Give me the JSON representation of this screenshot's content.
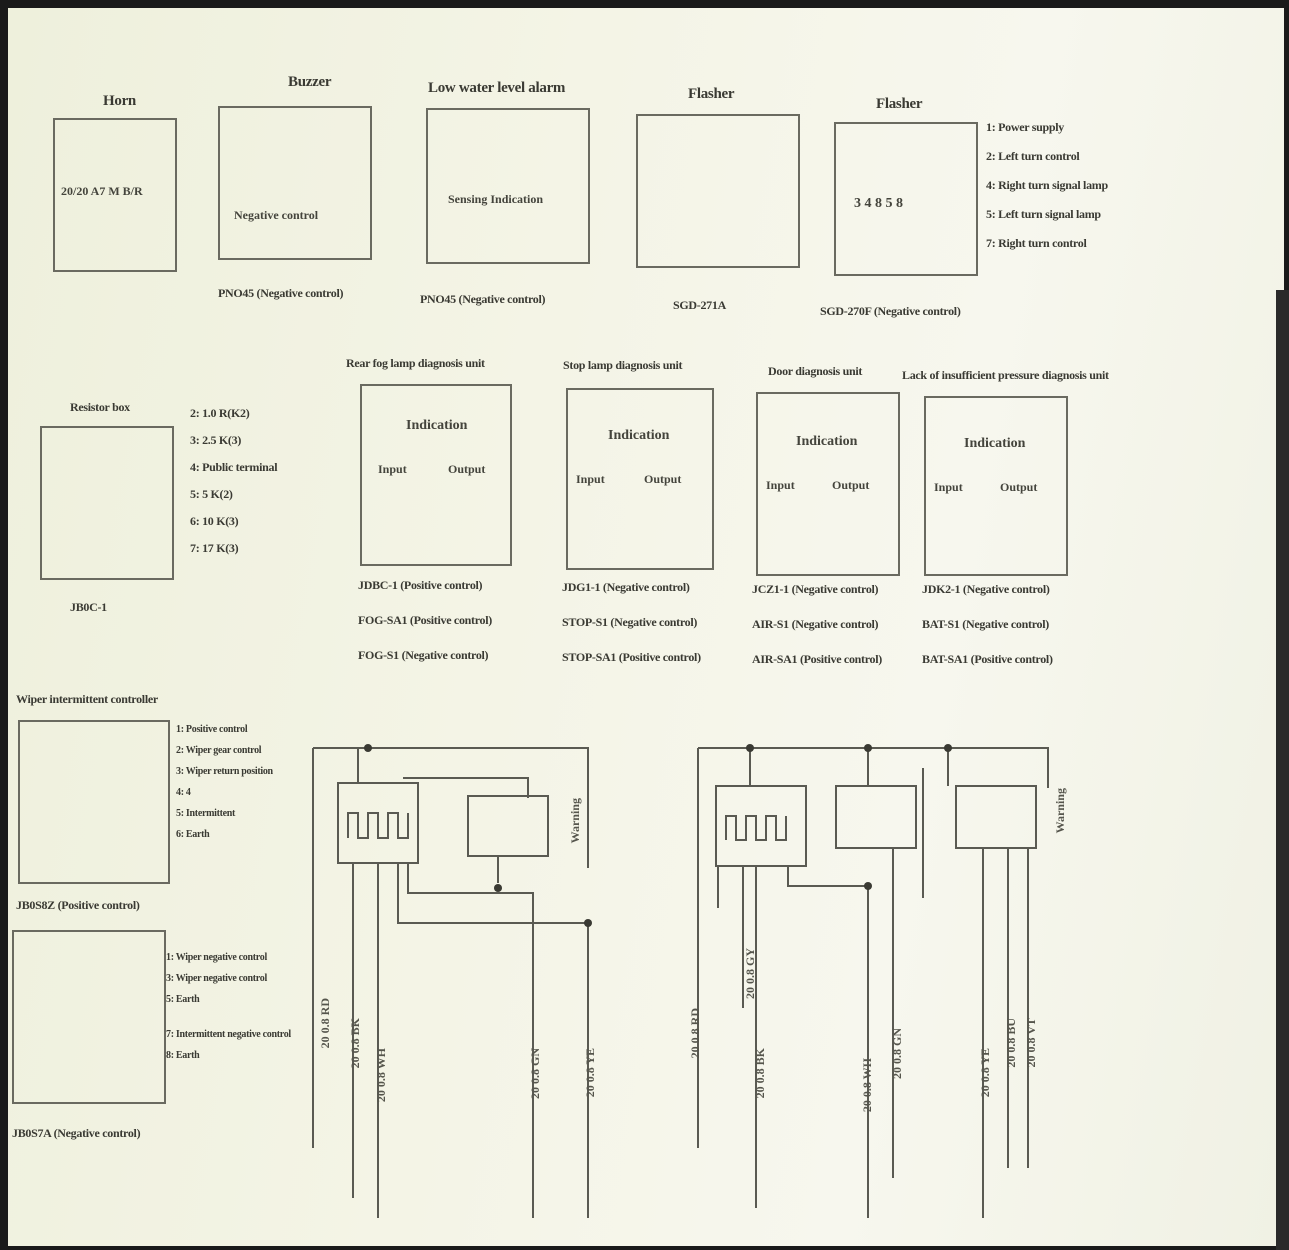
{
  "top_modules": [
    {
      "title": "Horn",
      "symbol": "20/20 A7 M B/R",
      "caption": ""
    },
    {
      "title": "Buzzer",
      "symbol": "Negative control",
      "caption": "PNO45 (Negative control)"
    },
    {
      "title": "Low water level alarm",
      "symbol": "Sensing Indication",
      "caption": "PNO45 (Negative control)"
    },
    {
      "title": "Flasher",
      "symbol": "",
      "caption": "SGD-271A"
    },
    {
      "title": "Flasher",
      "symbol": "3 4 8 5 8",
      "caption": "SGD-270F (Negative control)"
    }
  ],
  "flasher_pins": [
    "1: Power supply",
    "2: Left turn control",
    "4: Right turn signal lamp",
    "5: Left turn signal lamp",
    "7: Right turn control"
  ],
  "resistor_box": {
    "title": "Resistor box",
    "caption": "JB0C-1",
    "pins": [
      "2: 1.0 R(K2)",
      "3: 2.5 K(3)",
      "4: Public terminal",
      "5: 5 K(2)",
      "6: 10 K(3)",
      "7: 17 K(3)"
    ]
  },
  "diag_units": [
    {
      "title": "Rear fog lamp diagnosis unit",
      "input": "Input",
      "output": "Output",
      "captions": [
        "JDBC-1 (Positive control)",
        "FOG-SA1 (Positive control)",
        "FOG-S1 (Negative control)"
      ]
    },
    {
      "title": "Stop lamp diagnosis unit",
      "input": "Input",
      "output": "Output",
      "captions": [
        "JDG1-1 (Negative control)",
        "STOP-S1 (Negative control)",
        "STOP-SA1 (Positive control)"
      ]
    },
    {
      "title": "Door diagnosis unit",
      "input": "Input",
      "output": "Output",
      "captions": [
        "JCZ1-1 (Negative control)",
        "AIR-S1 (Negative control)",
        "AIR-SA1 (Positive control)"
      ]
    },
    {
      "title": "Lack of insufficient pressure diagnosis unit",
      "input": "Input",
      "output": "Output",
      "captions": [
        "JDK2-1 (Negative control)",
        "BAT-S1 (Negative control)",
        "BAT-SA1 (Positive control)"
      ]
    }
  ],
  "diag_indication": "Indication",
  "wiper_controller": {
    "title": "Wiper intermittent controller",
    "caption": "JB0S8Z (Positive control)",
    "pins": [
      "1: Positive control",
      "2: Wiper gear control",
      "3: Wiper return position",
      "4: 4",
      "5: Intermittent",
      "6: Earth"
    ]
  },
  "wiper_controller_2": {
    "caption": "JB0S7A (Negative control)",
    "pins": [
      "1: Wiper negative control",
      "3: Wiper negative control",
      "5: Earth",
      "7: Intermittent negative control",
      "8: Earth"
    ]
  },
  "warn_labels": [
    "Warning",
    "Warning"
  ],
  "wire_labels_left": [
    "20 0.8 RD",
    "20 0.8 BK",
    "20 0.8 WH",
    "20 0.8 GN",
    "20 0.8 YE"
  ],
  "wire_labels_right": [
    "20 0.8 RD",
    "20 0.8 BK",
    "20 0.8 WH",
    "20 0.8 GN",
    "20 0.8 YE",
    "20 0.8 BU",
    "20 0.8 VT",
    "20 0.8 GY"
  ]
}
